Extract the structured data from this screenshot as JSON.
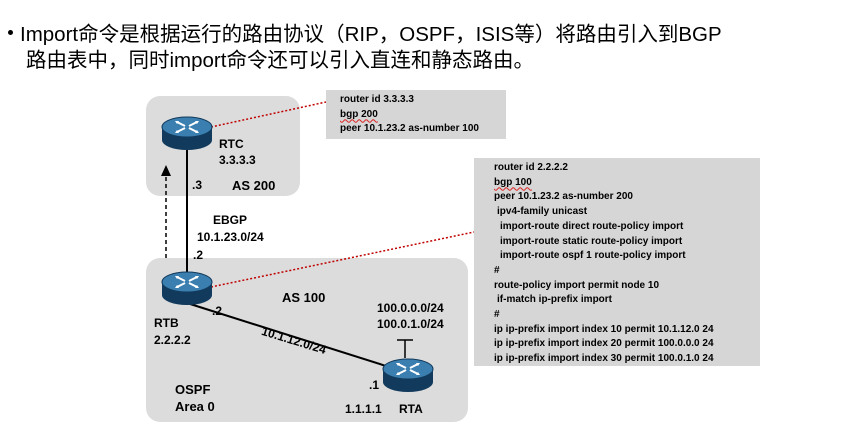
{
  "header": {
    "line1": "Import命令是根据运行的路由协议（RIP，OSPF，ISIS等）将路由引入到BGP",
    "line2": "路由表中，同时import命令还可以引入直连和静态路由。"
  },
  "routers": {
    "rtc": {
      "name": "RTC",
      "id": "3.3.3.3",
      "as": "AS 200",
      "if": ".3"
    },
    "rtb": {
      "name": "RTB",
      "id": "2.2.2.2",
      "as": "AS 100",
      "if_up": ".2",
      "if_down": ".2"
    },
    "rta": {
      "name": "RTA",
      "id": "1.1.1.1",
      "if": ".1",
      "net1": "100.0.0.0/24",
      "net2": "100.0.1.0/24"
    }
  },
  "links": {
    "ebgp_label": "EBGP",
    "ebgp_net": "10.1.23.0/24",
    "ospf_net": "10.1.12.0/24"
  },
  "area": {
    "protocol": "OSPF",
    "name": "Area 0"
  },
  "config_rtc": [
    "router id 3.3.3.3",
    "bgp 200",
    "peer 10.1.23.2 as-number 100"
  ],
  "config_rtb": [
    "router id 2.2.2.2",
    "bgp 100",
    "peer 10.1.23.2 as-number 200",
    " ipv4-family unicast",
    "  import-route direct route-policy import",
    "  import-route static route-policy import",
    "  import-route ospf 1 route-policy import",
    "#",
    "route-policy import permit node 10",
    " if-match ip-prefix import",
    "#",
    "ip ip-prefix import index 10 permit 10.1.12.0 24",
    "ip ip-prefix import index 20 permit 100.0.0.0 24",
    "ip ip-prefix import index 30 permit 100.0.1.0 24"
  ],
  "colors": {
    "router_body": "#1e4f7a",
    "router_top": "#3a7fb0",
    "area_fill": "#dcdcdc",
    "config_fill": "#d6d6d6",
    "callout_line": "#c00000"
  }
}
